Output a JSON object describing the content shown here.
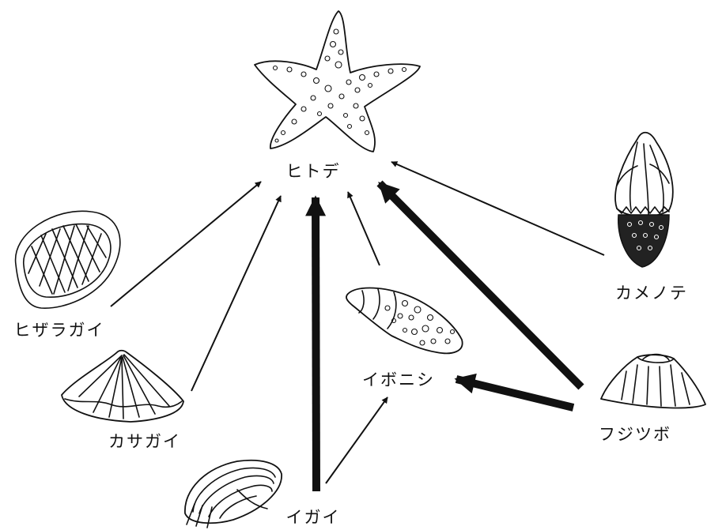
{
  "nodes": {
    "starfish": {
      "label": "ヒトデ"
    },
    "chiton": {
      "label": "ヒザラガイ"
    },
    "limpet": {
      "label": "カサガイ"
    },
    "mussel": {
      "label": "イガイ"
    },
    "whelk": {
      "label": "イボニシ"
    },
    "barnacle": {
      "label": "フジツボ"
    },
    "goose_barnacle": {
      "label": "カメノテ"
    }
  },
  "edges": [
    {
      "from": "ヒザラガイ",
      "to": "ヒトデ",
      "weight": "thin"
    },
    {
      "from": "カサガイ",
      "to": "ヒトデ",
      "weight": "thin"
    },
    {
      "from": "イガイ",
      "to": "ヒトデ",
      "weight": "thick"
    },
    {
      "from": "イボニシ",
      "to": "ヒトデ",
      "weight": "thin"
    },
    {
      "from": "フジツボ",
      "to": "ヒトデ",
      "weight": "thick"
    },
    {
      "from": "カメノテ",
      "to": "ヒトデ",
      "weight": "thin"
    },
    {
      "from": "フジツボ",
      "to": "イボニシ",
      "weight": "thick"
    },
    {
      "from": "イガイ",
      "to": "イボニシ",
      "weight": "thin"
    }
  ],
  "icons": {
    "starfish": "starfish-icon",
    "chiton": "chiton-icon",
    "limpet": "limpet-icon",
    "mussel": "mussel-icon",
    "whelk": "whelk-icon",
    "barnacle": "barnacle-icon",
    "goose_barnacle": "goose-barnacle-icon"
  },
  "colors": {
    "ink": "#111111",
    "background": "#ffffff"
  }
}
